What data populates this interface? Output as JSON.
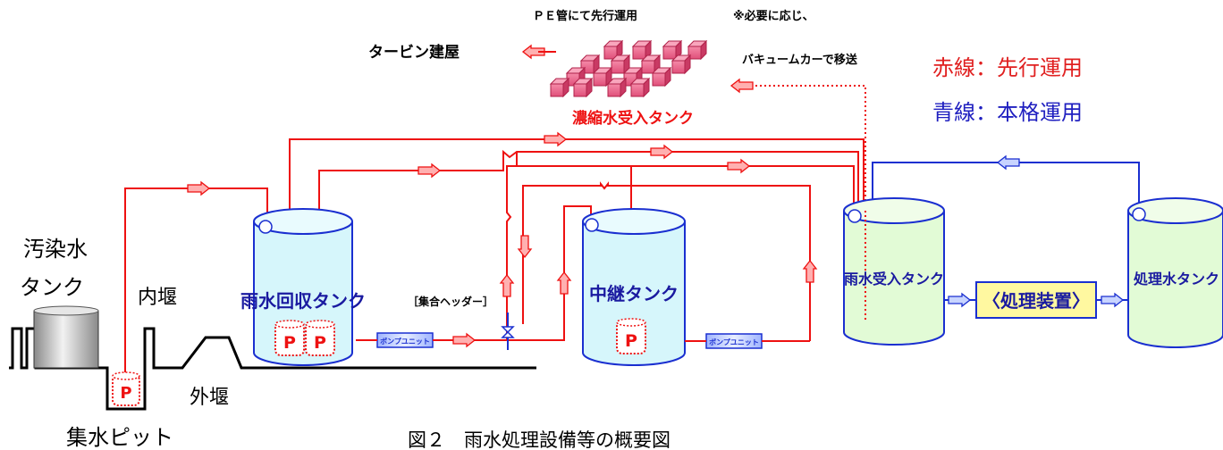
{
  "labels": {
    "pe_pipe": "ＰＥ管にて先行運用",
    "note": "※必要に応じ、",
    "vacuum_car": "バキュームカーで移送",
    "turbine_building": "タービン建屋",
    "concentrate_tank": "濃縮水受入タンク",
    "legend_red": "赤線：先行運用",
    "legend_blue": "青線：本格運用",
    "contaminated_tank_line1": "汚染水",
    "contaminated_tank_line2": "タンク",
    "inner_weir": "内堰",
    "outer_weir": "外堰",
    "collection_pit": "集水ピット",
    "rain_recovery_tank": "雨水回収タンク",
    "header": "［集合ヘッダー］",
    "relay_tank": "中継タンク",
    "rain_receive_tank": "雨水受入タンク",
    "treatment_device": "〈処理装置〉",
    "treated_tank": "処理水タンク",
    "pump_unit_1": "ポンプユニット",
    "pump_unit_2": "ポンプユニット",
    "pump_symbol": "P",
    "caption": "図２　雨水処理設備等の概要図"
  },
  "colors": {
    "red_line": "#ee1111",
    "blue_line": "#1a2fd0",
    "tank_fill_blue": "#d6f6fb",
    "tank_fill_green": "#e2fbd6",
    "treatment_fill": "#fff8a0",
    "cube_fill": "#f37b9c"
  }
}
